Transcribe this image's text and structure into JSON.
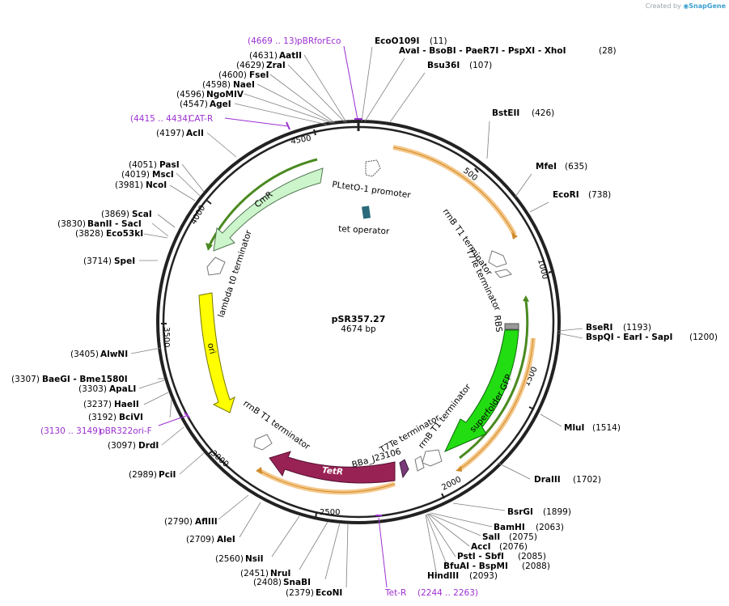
{
  "branding": {
    "prefix": "Created by",
    "name": "SnapGene"
  },
  "plasmid": {
    "name": "pSR357.27",
    "length_label": "4674 bp",
    "total_bp": 4674
  },
  "ticks": [
    "500",
    "1000",
    "1500",
    "2000",
    "2500",
    "3000",
    "3500",
    "4000",
    "4500"
  ],
  "sites": [
    {
      "name": "EcoO109I",
      "pos": "(11)"
    },
    {
      "name": "AvaI - BsoBI - PaeR7I - PspXI - XhoI",
      "pos": "(28)"
    },
    {
      "name": "Bsu36I",
      "pos": "(107)"
    },
    {
      "name": "BstEII",
      "pos": "(426)"
    },
    {
      "name": "MfeI",
      "pos": "(635)"
    },
    {
      "name": "EcoRI",
      "pos": "(738)"
    },
    {
      "name": "BseRI",
      "pos": "(1193)"
    },
    {
      "name": "BspQI - EarI - SapI",
      "pos": "(1200)"
    },
    {
      "name": "MluI",
      "pos": "(1514)"
    },
    {
      "name": "DraIII",
      "pos": "(1702)"
    },
    {
      "name": "BsrGI",
      "pos": "(1899)"
    },
    {
      "name": "BamHI",
      "pos": "(2063)"
    },
    {
      "name": "SalI",
      "pos": "(2075)"
    },
    {
      "name": "AccI",
      "pos": "(2076)"
    },
    {
      "name": "PstI - SbfI",
      "pos": "(2085)"
    },
    {
      "name": "BfuAI - BspMI",
      "pos": "(2088)"
    },
    {
      "name": "HindIII",
      "pos": "(2093)"
    },
    {
      "name": "EcoNI",
      "pos": "(2379)"
    },
    {
      "name": "SnaBI",
      "pos": "(2408)"
    },
    {
      "name": "NruI",
      "pos": "(2451)"
    },
    {
      "name": "NsiI",
      "pos": "(2560)"
    },
    {
      "name": "AleI",
      "pos": "(2709)"
    },
    {
      "name": "AflIII",
      "pos": "(2790)"
    },
    {
      "name": "PciI",
      "pos": "(2989)"
    },
    {
      "name": "DrdI",
      "pos": "(3097)"
    },
    {
      "name": "BciVI",
      "pos": "(3192)"
    },
    {
      "name": "HaeII",
      "pos": "(3237)"
    },
    {
      "name": "ApaLI",
      "pos": "(3303)"
    },
    {
      "name": "BaeGI - Bme1580I",
      "pos": "(3307)"
    },
    {
      "name": "AlwNI",
      "pos": "(3405)"
    },
    {
      "name": "SpeI",
      "pos": "(3714)"
    },
    {
      "name": "Eco53kI",
      "pos": "(3828)"
    },
    {
      "name": "BanII - SacI",
      "pos": "(3830)"
    },
    {
      "name": "ScaI",
      "pos": "(3869)"
    },
    {
      "name": "NcoI",
      "pos": "(3981)"
    },
    {
      "name": "MscI",
      "pos": "(4019)"
    },
    {
      "name": "PasI",
      "pos": "(4051)"
    },
    {
      "name": "AclI",
      "pos": "(4197)"
    },
    {
      "name": "AgeI",
      "pos": "(4547)"
    },
    {
      "name": "NgoMIV",
      "pos": "(4596)"
    },
    {
      "name": "NaeI",
      "pos": "(4598)"
    },
    {
      "name": "FseI",
      "pos": "(4600)"
    },
    {
      "name": "ZraI",
      "pos": "(4629)"
    },
    {
      "name": "AatII",
      "pos": "(4631)"
    }
  ],
  "primers": [
    {
      "name": "pBRforEco",
      "range": "(4669 .. 13)"
    },
    {
      "name": "CAT-R",
      "range": "(4415 .. 4434)"
    },
    {
      "name": "pBR322ori-F",
      "range": "(3130 .. 3149)"
    },
    {
      "name": "Tet-R",
      "range": "(2244 .. 2263)"
    }
  ],
  "features": {
    "pltet": "PLtetO-1 promoter",
    "tetop": "tet operator",
    "rrnb1": "rrnB T1 terminator",
    "t7te1": "T7Te terminator",
    "rbs": "RBS",
    "gfp": "superfolder GFP",
    "rrnb2": "rrnB T1 terminator",
    "t7te2": "T7Te terminator",
    "bba": "BBa_J23106",
    "tetr": "TetR",
    "rrnb3": "rrnB T1 terminator",
    "ori": "ori",
    "lambda": "lambda t0 terminator",
    "cmr": "CmR"
  },
  "colors": {
    "backbone": "#222222",
    "gfp": "#22dd11",
    "tetr": "#992255",
    "ori": "#ffff00",
    "cmr": "#ccf5cc",
    "orf": "#f5c88a",
    "primer": "#9b30d0"
  }
}
